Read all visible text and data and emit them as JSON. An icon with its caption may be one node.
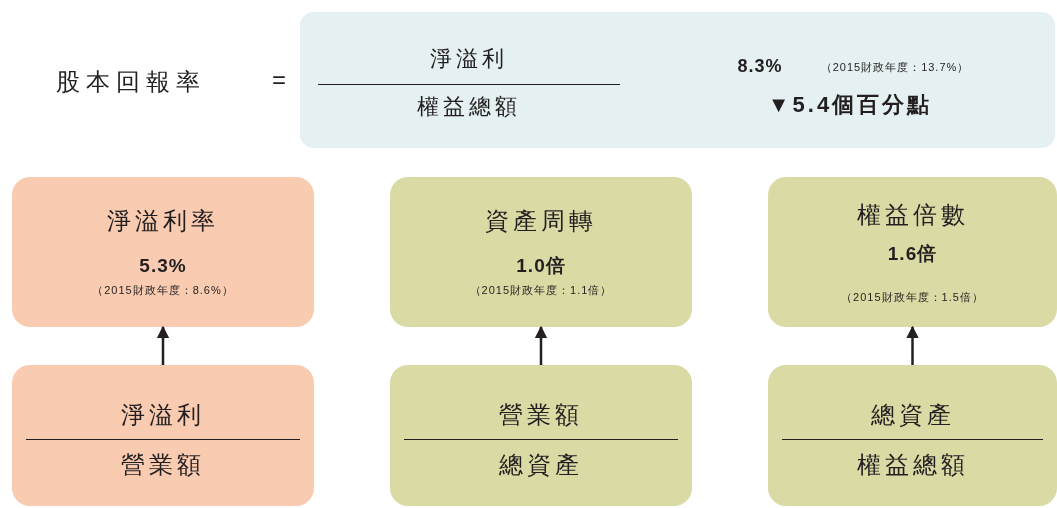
{
  "diagram": {
    "nodes": [
      {
        "text": [
          "淨溢利",
          "權益總額",
          "8.3%",
          "（2015財政年度：13.7%）",
          "▼5.4個百分點"
        ]
      },
      {
        "text": [
          "淨溢利率",
          "5.3%",
          "（2015財政年度：8.6%）"
        ]
      },
      {
        "text": [
          "資產周轉",
          "1.0倍",
          "（2015財政年度：1.1倍）"
        ]
      },
      {
        "text": [
          "權益倍數",
          "1.6倍",
          "（2015財政年度：1.5倍）"
        ]
      },
      {
        "text": [
          "淨溢利",
          "營業額"
        ]
      },
      {
        "text": [
          "營業額",
          "總資產"
        ]
      },
      {
        "text": [
          "總資產",
          "權益總額"
        ]
      }
    ],
    "edges": [
      {
        "from": 4,
        "to": 1,
        "arrow": "to"
      },
      {
        "from": 5,
        "to": 2,
        "arrow": "to"
      },
      {
        "from": 6,
        "to": 3,
        "arrow": "to"
      }
    ],
    "labels": [
      "股本回報率",
      "="
    ]
  }
}
